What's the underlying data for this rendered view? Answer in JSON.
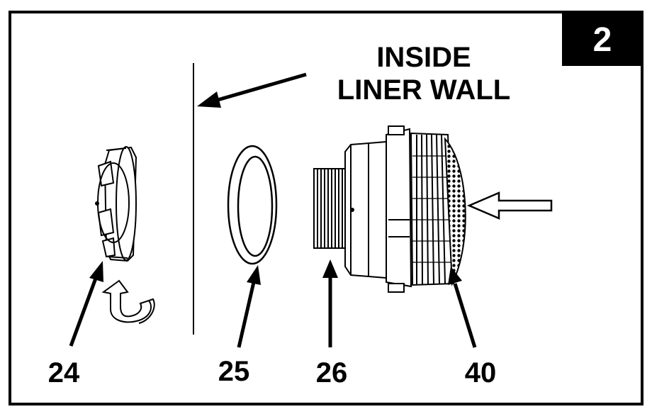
{
  "step": {
    "number": "2"
  },
  "wall_label": {
    "line1": "INSIDE",
    "line2": "LINER WALL"
  },
  "parts": [
    {
      "id": "24",
      "label": "24"
    },
    {
      "id": "25",
      "label": "25"
    },
    {
      "id": "26",
      "label": "26"
    },
    {
      "id": "40",
      "label": "40"
    }
  ],
  "colors": {
    "ink": "#000000",
    "paper": "#ffffff"
  },
  "icons": [
    "arrow-icon",
    "rotate-arrow-icon",
    "water-flow-arrow-icon"
  ]
}
